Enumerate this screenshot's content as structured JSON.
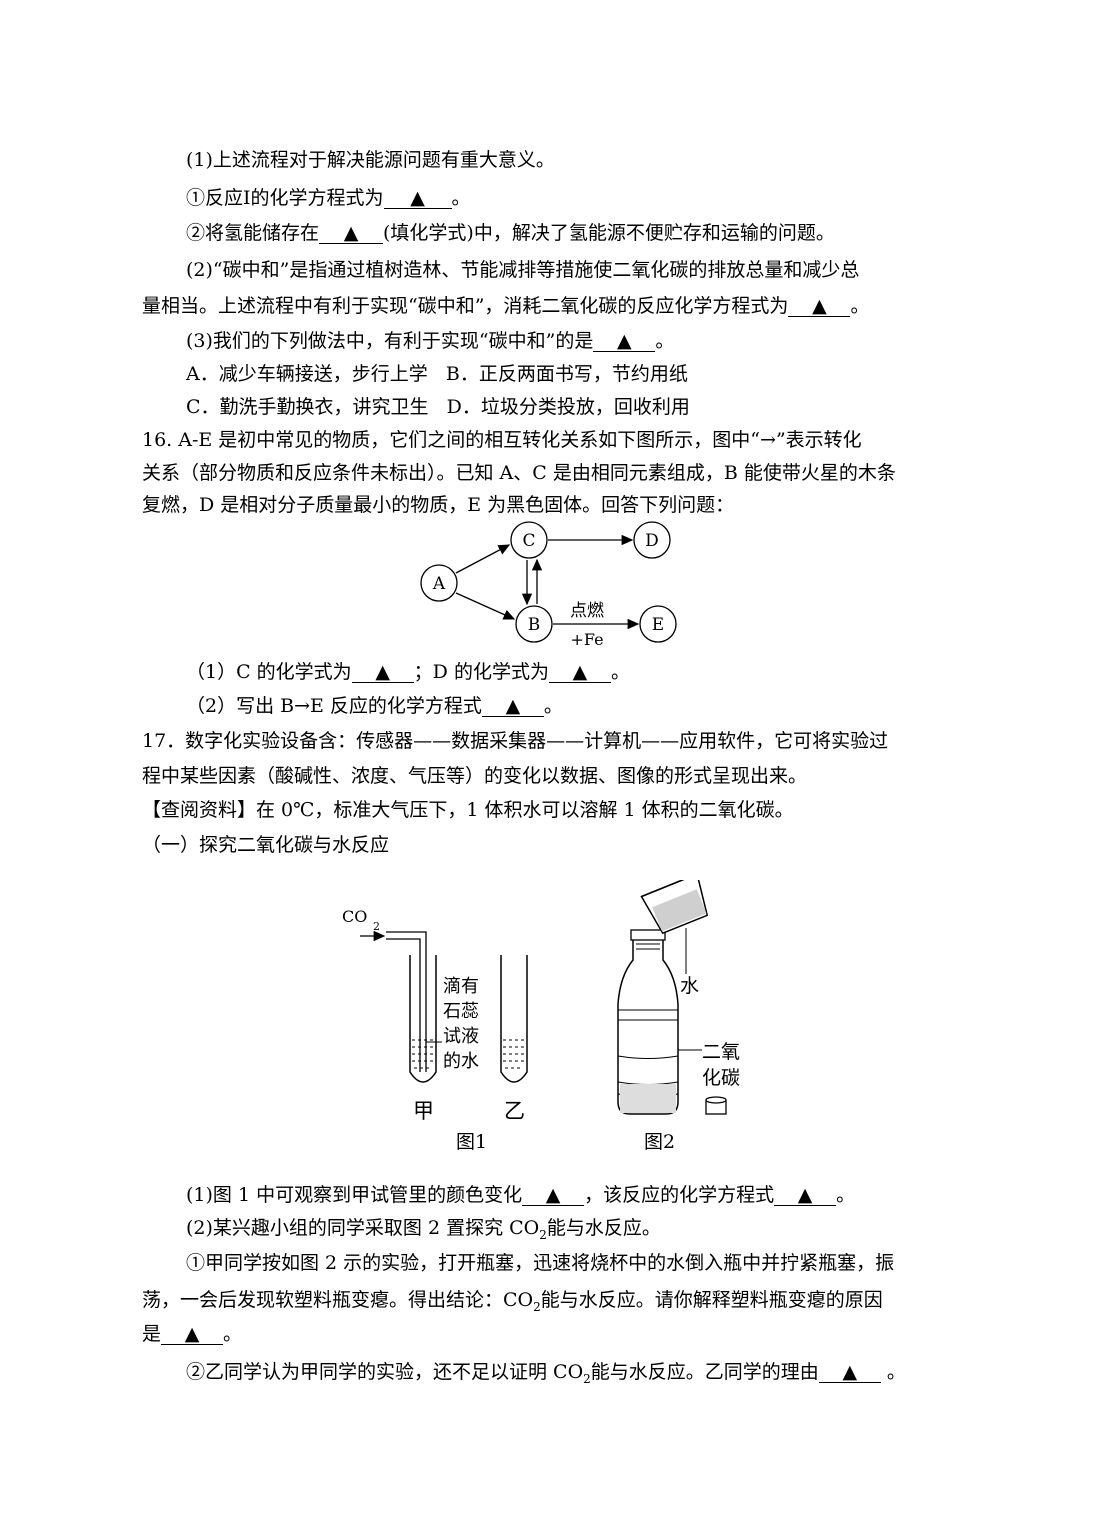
{
  "blank_mark": "▲",
  "q15": {
    "l1": "(1)上述流程对于解决能源问题有重大意义。",
    "l2_pre": "①反应Ⅰ的化学方程式为",
    "l2_post": "。",
    "l3_pre": "②将氢能储存在",
    "l3_post": "(填化学式)中，解决了氢能源不便贮存和运输的问题。",
    "l4": "(2)“碳中和”是指通过植树造林、节能减排等措施使二氧化碳的排放总量和减少总",
    "l5_pre": "量相当。上述流程中有利于实现“碳中和”，消耗二氧化碳的反应化学方程式为",
    "l5_post": "。",
    "l6_pre": "(3)我们的下列做法中，有利于实现“碳中和”的是",
    "l6_post": "。",
    "optA": "A．减少车辆接送，步行上学",
    "optB": "B．正反两面书写，节约用纸",
    "optC": "C．勤洗手勤换衣，讲究卫生",
    "optD": "D．垃圾分类投放，回收利用"
  },
  "q16": {
    "l1": "16. A-E 是初中常见的物质，它们之间的相互转化关系如下图所示，图中“→”表示转化",
    "l2": "关系（部分物质和反应条件未标出）。已知 A、C 是由相同元素组成，B 能使带火星的木条",
    "l3": "复燃，D 是相对分子质量最小的物质，E 为黑色固体。回答下列问题：",
    "diagram": {
      "nodes": [
        "A",
        "B",
        "C",
        "D",
        "E"
      ],
      "condition_top": "点燃",
      "condition_bottom": "+Fe"
    },
    "s1_a": "（1）C 的化学式为",
    "s1_b": "；D 的化学式为",
    "s1_c": "。",
    "s2_pre": "（2）写出 B→E 反应的化学方程式",
    "s2_post": "。"
  },
  "q17": {
    "l1": "17．数字化实验设备含：传感器——数据采集器——计算机——应用软件，它可将实验过",
    "l2": "程中某些因素（酸碱性、浓度、气压等）的变化以数据、图像的形式呈现出来。",
    "l3": "【查阅资料】在 0℃，标准大气压下，1 体积水可以溶解 1 体积的二氧化碳。",
    "l4": "（一）探究二氧化碳与水反应",
    "figure": {
      "gas": "CO",
      "gas_sub": "2",
      "liquid_label": [
        "滴有",
        "石蕊",
        "试液",
        "的水"
      ],
      "tube1": "甲",
      "tube2": "乙",
      "fig1": "图1",
      "fig2": "图2",
      "water": "水",
      "co2_label": [
        "二氧",
        "化碳"
      ]
    },
    "a1_pre": "(1)图 1 中可观察到甲试管里的颜色变化",
    "a1_mid": "，该反应的化学方程式",
    "a1_post": "。",
    "a2_pre": "(2)某兴趣小组的同学采取图 2 置探究 CO",
    "a2_sub": "2",
    "a2_post": "能与水反应。",
    "a3": "①甲同学按如图 2 示的实验，打开瓶塞，迅速将烧杯中的水倒入瓶中并拧紧瓶塞，振",
    "a4_pre": "荡，一会后发现软塑料瓶变瘪。得出结论：CO",
    "a4_sub": "2",
    "a4_post": "能与水反应。请你解释塑料瓶变瘪的原因",
    "a5_pre": "是",
    "a5_post": "。",
    "a6_pre": "②乙同学认为甲同学的实验，还不足以证明 CO",
    "a6_sub": "2",
    "a6_post": "能与水反应。乙同学的理由",
    "a6_end": " 。"
  }
}
